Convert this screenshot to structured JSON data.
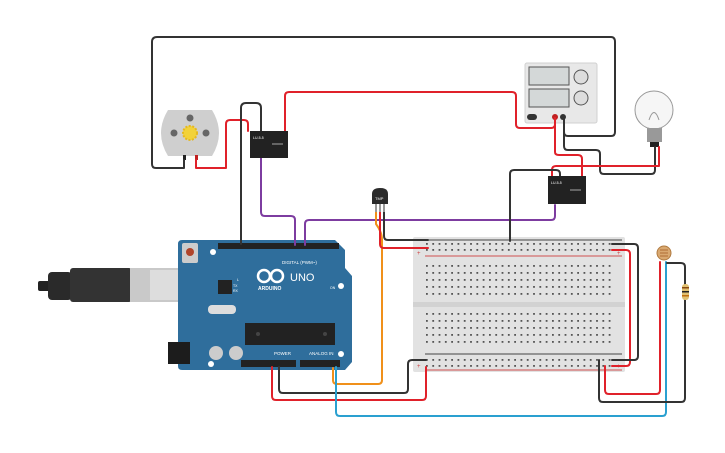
{
  "arduino": {
    "brand": "ARDUINO",
    "model": "UNO",
    "digital_label": "DIGITAL (PWM~)",
    "power_label": "POWER",
    "analog_label": "ANALOG IN",
    "tx": "TX",
    "rx": "RX",
    "l": "L",
    "on": "ON"
  },
  "relay_1": {
    "label": "LU-5-5"
  },
  "relay_2": {
    "label": "LU-5-5"
  },
  "temp_sensor": {
    "label": "TMP"
  },
  "breadboard": {
    "minus": "−",
    "plus": "+"
  },
  "colors": {
    "wire_black": "#333333",
    "wire_red": "#e0212a",
    "wire_purple": "#7d3ca0",
    "wire_orange": "#f0901a",
    "wire_blue": "#2aa0d0",
    "arduino": "#2f6e9c"
  }
}
